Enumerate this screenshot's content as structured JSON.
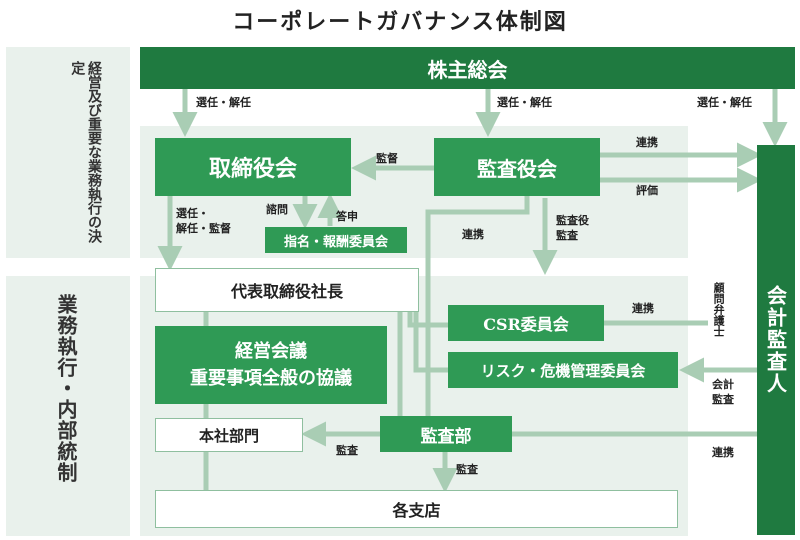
{
  "title": "コーポレートガバナンス体制図",
  "side": {
    "top": "経営及び重要な業務執行の決定",
    "bottom": "業務執行・内部統制"
  },
  "boxes": {
    "shareholders": "株主総会",
    "board": "取締役会",
    "audit_board": "監査役会",
    "nomination": "指名・報酬委員会",
    "president": "代表取締役社長",
    "mgmt_meeting_1": "経営会議",
    "mgmt_meeting_2": "重要事項全般の協議",
    "csr": "CSR委員会",
    "risk": "リスク・危機管理委員会",
    "head_office": "本社部門",
    "audit_dept": "監査部",
    "branches": "各支店",
    "auditor": "会計監査人"
  },
  "labels": {
    "elect_1": "選任・解任",
    "elect_2": "選任・解任",
    "elect_3": "選任・解任",
    "supervise": "監督",
    "coop_1": "連携",
    "evaluate": "評価",
    "board_elect_1": "選任・",
    "board_elect_2": "解任・監督",
    "consult": "諮問",
    "report": "答申",
    "coop_2": "連携",
    "auditor_audit_1": "監査役",
    "auditor_audit_2": "監査",
    "coop_3": "連携",
    "advisor": "顧問弁護士",
    "acct_audit_1": "会計",
    "acct_audit_2": "監査",
    "audit_1": "監査",
    "audit_2": "監査",
    "coop_4": "連携"
  },
  "colors": {
    "green": "#2f9a55",
    "dark_green": "#1f7a40",
    "panel": "#e9f1ec",
    "arrow": "#a9cdb4"
  }
}
